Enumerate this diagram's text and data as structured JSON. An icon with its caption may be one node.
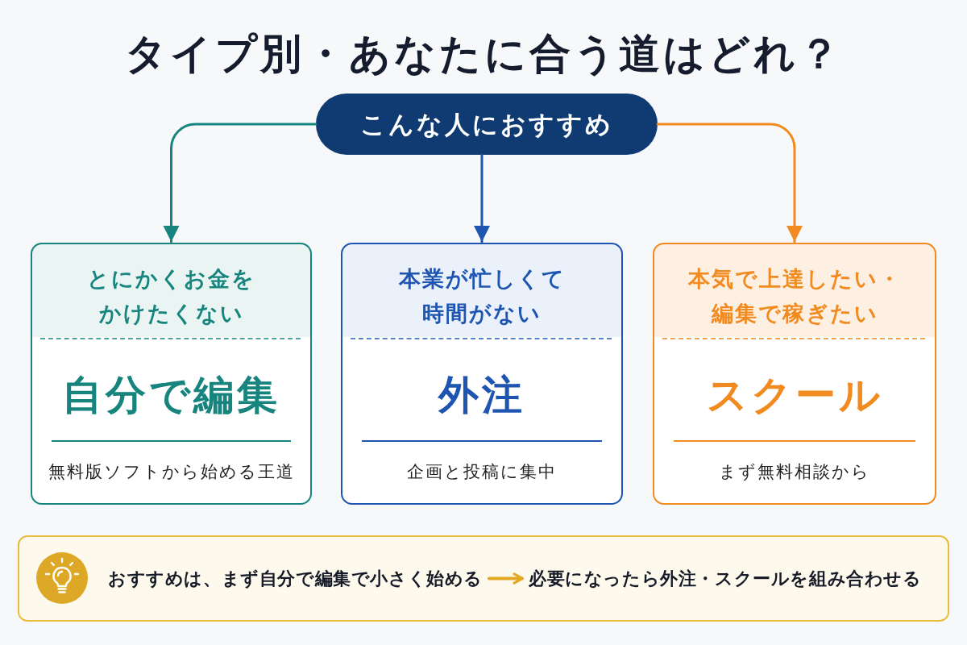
{
  "diagram": {
    "title": "タイプ別・あなたに合う道はどれ？",
    "nodes": [
      {
        "text": [
          "こんな人におすすめ"
        ]
      },
      {
        "text": [
          "とにかくお金をかけたくない",
          "自分で編集",
          "無料版ソフトから始める王道"
        ]
      },
      {
        "text": [
          "本業が忙しくて時間がない",
          "外注",
          "企画と投稿に集中"
        ]
      },
      {
        "text": [
          "本気で上達したい・編集で稼ぎたい",
          "スクール",
          "まず無料相談から"
        ]
      },
      {
        "text": [],
        "shape": "box"
      },
      {
        "text": [
          "おすすめは、まず自分で編集で小さく始める"
        ],
        "in": 4
      },
      {
        "text": [
          "必要になったら外注・スクールを組み合わせる"
        ],
        "in": 4
      }
    ],
    "edges": [
      {
        "from": 0,
        "to": 1,
        "arrow": "to",
        "color": "#17857d"
      },
      {
        "from": 0,
        "to": 2,
        "arrow": "to",
        "color": "#1d55b0"
      },
      {
        "from": 0,
        "to": 3,
        "arrow": "to",
        "color": "#f18a1f"
      },
      {
        "from": 5,
        "to": 6,
        "arrow": "to",
        "color": "#e3a923"
      }
    ]
  }
}
